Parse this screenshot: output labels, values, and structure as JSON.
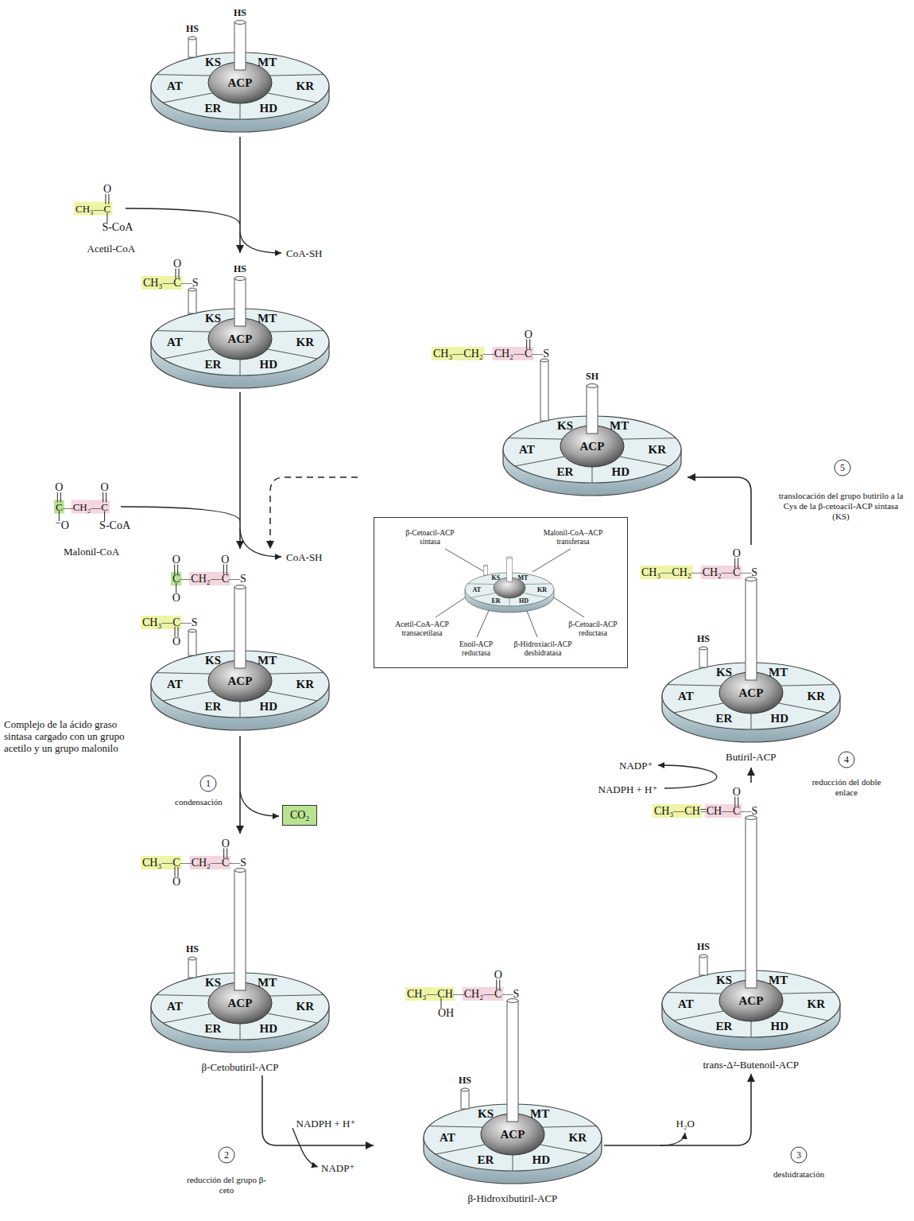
{
  "diagram": {
    "nodes": [
      {
        "text": [
          "HS",
          "HS",
          "KS",
          "MT",
          "AT",
          "ACP",
          "KR",
          "ER",
          "HD"
        ]
      },
      {
        "text": [
          "CH₃—C—S",
          "O",
          "HS",
          "KS",
          "MT",
          "AT",
          "ACP",
          "KR",
          "ER",
          "HD"
        ]
      },
      {
        "text": [
          "CH₃—CH₂—CH₂—C—S",
          "O",
          "SH",
          "KS",
          "MT",
          "AT",
          "ACP",
          "KR",
          "ER",
          "HD"
        ]
      },
      {
        "text": [
          "C—CH₂—C—S",
          "O",
          "O",
          "O",
          "CH₃—C—S",
          "O",
          "KS",
          "MT",
          "AT",
          "ACP",
          "KR",
          "ER",
          "HD"
        ]
      },
      {
        "text": [
          "β-Cetoacil-ACP sintasa",
          "Malonil-CoA–ACP transferasa",
          "Acetil-CoA–ACP transacetilasa",
          "Enoil-ACP reductasa",
          "β-Hidroxiacil-ACP deshidratasa",
          "β-Cetoacil-ACP reductasa"
        ]
      },
      {
        "text": [
          "KS",
          "MT",
          "AT",
          "KR",
          "ER",
          "HD"
        ],
        "in": 4
      },
      {
        "text": [
          "CH₃—CH₂—CH₂—C—S",
          "O",
          "HS",
          "KS",
          "MT",
          "AT",
          "ACP",
          "KR",
          "ER",
          "HD",
          "Butiril-ACP"
        ]
      },
      {
        "text": [
          "CO₂"
        ]
      },
      {
        "text": [
          "CH₃—C—CH₂—C—S",
          "O",
          "O",
          "HS",
          "KS",
          "MT",
          "AT",
          "ACP",
          "KR",
          "ER",
          "HD",
          "β-Cetobutiril-ACP"
        ]
      },
      {
        "text": [
          "CH₃—CH=CH—C—S",
          "O",
          "HS",
          "KS",
          "MT",
          "AT",
          "ACP",
          "KR",
          "ER",
          "HD",
          "trans-Δ²-Butenoil-ACP"
        ]
      },
      {
        "text": [
          "CH₃—CH—CH₂—C—S",
          "OH",
          "O",
          "HS",
          "KS",
          "MT",
          "AT",
          "ACP",
          "KR",
          "ER",
          "HD",
          "β-Hidroxibutiril-ACP"
        ]
      }
    ],
    "edges": [
      {
        "from": 0,
        "to": 1,
        "arrow": "to"
      },
      {
        "from": 1,
        "to": 3,
        "arrow": "to"
      },
      {
        "from": 2,
        "to": 3,
        "arrow": "to"
      },
      {
        "from": 3,
        "to": 8,
        "arrow": "to",
        "label": "condensación"
      },
      {
        "from": 8,
        "to": 10,
        "arrow": "to",
        "label": "reducción del grupo β-ceto"
      },
      {
        "from": 10,
        "to": 9,
        "arrow": "to",
        "label": "deshidratación"
      },
      {
        "from": 9,
        "to": 6,
        "arrow": "to",
        "label": "reducción del doble enlace"
      },
      {
        "from": 6,
        "to": 2,
        "arrow": "to",
        "label": "translocación del grupo butirilo a la Cys de la β-cetoacil-ACP sintasa (KS)"
      }
    ],
    "labels": [
      "CH₃—C",
      "O",
      "S-CoA",
      "Acetil-CoA",
      "CoA-SH",
      "C—CH₂—C",
      "O",
      "⁻O",
      "O",
      "S-CoA",
      "Malonil-CoA",
      "CoA-SH",
      "Complejo de la ácido graso sintasa cargado con un grupo acetilo y un grupo malonilo",
      "1",
      "2",
      "NADPH + H⁺",
      "NADP⁺",
      "H₂O",
      "3",
      "NADP⁺",
      "NADPH + H⁺",
      "4",
      "5"
    ]
  }
}
